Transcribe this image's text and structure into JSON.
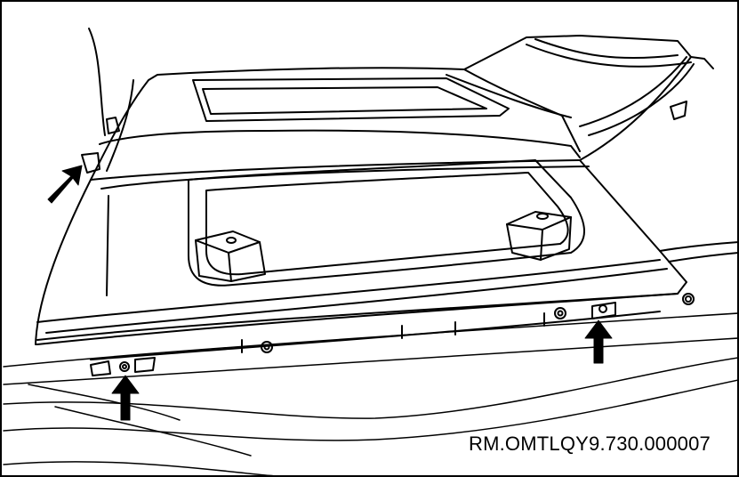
{
  "figure": {
    "reference_code": "RM.OMTLQY9.730.000007"
  },
  "colors": {
    "line": "#000000",
    "background": "#ffffff"
  },
  "components": {
    "console": "center-console-rear-trim",
    "arrows": [
      "arrow-left-clip",
      "arrow-bottom-left-clip",
      "arrow-bottom-right-clip"
    ]
  }
}
